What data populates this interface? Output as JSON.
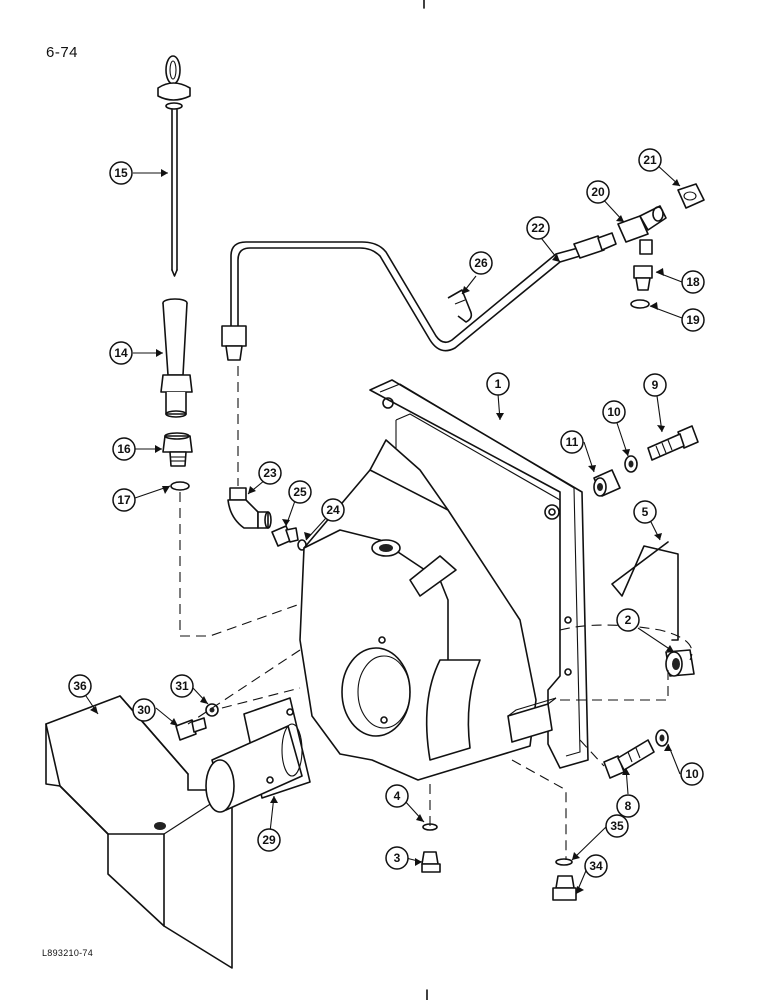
{
  "page_number": "6-74",
  "figure_code": "L893210-74",
  "callouts": {
    "c1": "1",
    "c2": "2",
    "c3": "3",
    "c4": "4",
    "c5": "5",
    "c8": "8",
    "c9": "9",
    "c10a": "10",
    "c10b": "10",
    "c11": "11",
    "c14": "14",
    "c15": "15",
    "c16": "16",
    "c17": "17",
    "c18": "18",
    "c19": "19",
    "c20": "20",
    "c21": "21",
    "c22": "22",
    "c23": "23",
    "c24": "24",
    "c25": "25",
    "c26": "26",
    "c29": "29",
    "c30": "30",
    "c31": "31",
    "c34": "34",
    "c35": "35",
    "c36": "36"
  }
}
